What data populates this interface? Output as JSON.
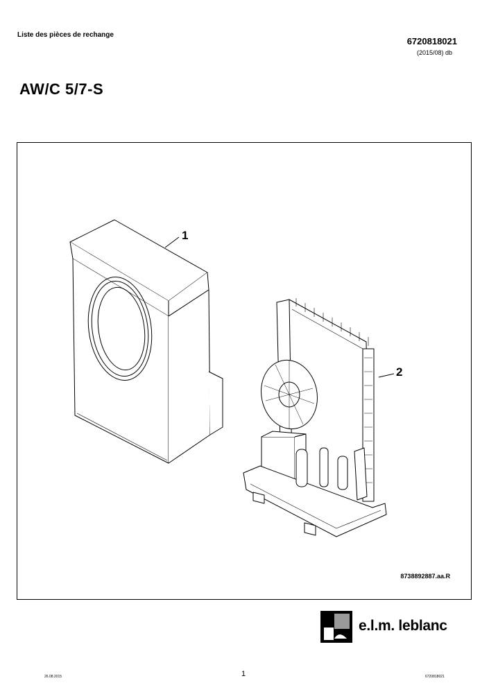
{
  "header": {
    "title": "Liste des pièces de rechange",
    "doc_number": "6720818021",
    "edition": "(2015/08) db"
  },
  "model": "AW/C 5/7-S",
  "figure": {
    "callouts": [
      "1",
      "2"
    ],
    "reference": "8738892887.aa.R"
  },
  "logo": {
    "text": "e.l.m. leblanc",
    "icon": "elm-leblanc-logo-icon"
  },
  "footer": {
    "date": "26.08.2015",
    "page": "1",
    "doc_number": "6720818021"
  }
}
